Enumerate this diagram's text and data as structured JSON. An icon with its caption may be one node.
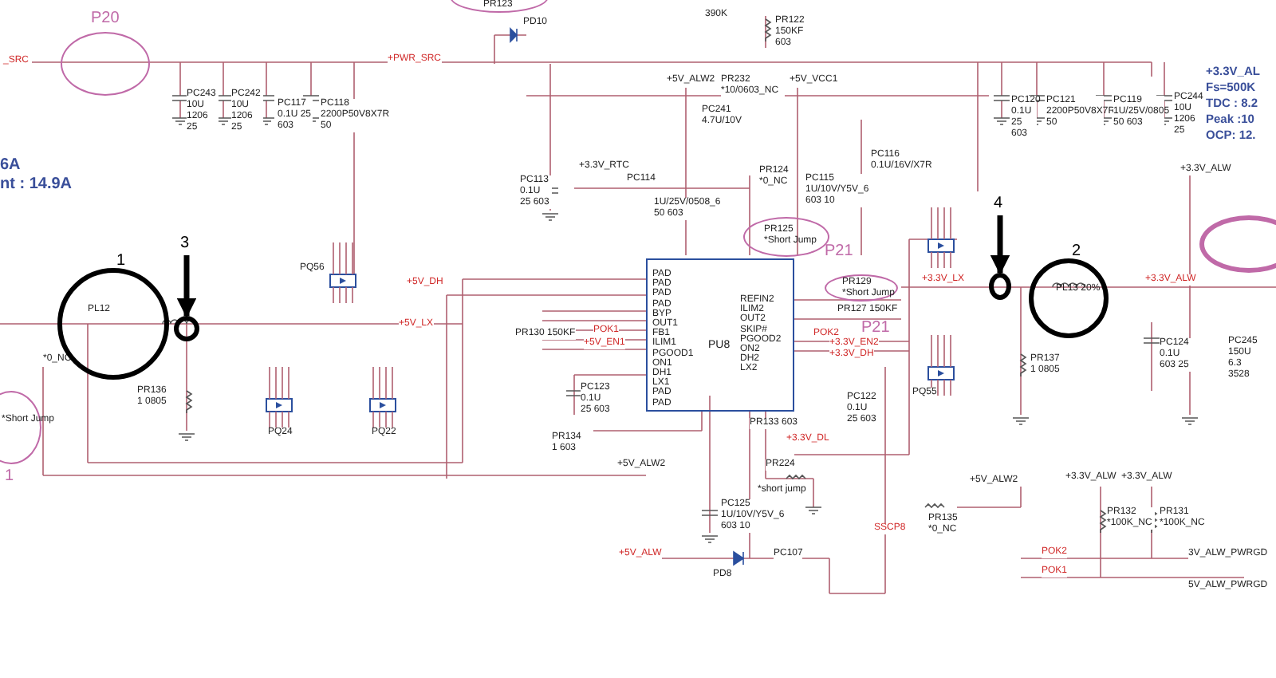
{
  "diagram": {
    "nodes": [
      {
        "text": [
          "P20"
        ]
      },
      {
        "text": [
          "1",
          "PL12"
        ]
      },
      {
        "text": [],
        "shape": "circle"
      },
      {
        "text": [
          "2",
          "PL13 20%"
        ]
      },
      {
        "text": [],
        "shape": "circle"
      },
      {
        "text": [
          "PU8",
          "PAD",
          "PAD",
          "PAD",
          "PAD",
          "BYP",
          "OUT1",
          "FB1",
          "ILIM1",
          "PGOOD1",
          "ON1",
          "DH1",
          "LX1",
          "PAD",
          "PAD",
          "REFIN2",
          "ILIM2",
          "OUT2",
          "SKIP#",
          "PGOOD2",
          "ON2",
          "DH2",
          "LX2"
        ]
      },
      {
        "text": [
          "PR125",
          "*Short Jump"
        ],
        "beside": [
          "P21"
        ]
      },
      {
        "text": [
          "PR129",
          "*Short Jump"
        ],
        "beside": [
          "P21"
        ]
      },
      {
        "text": [
          "*Short Jump"
        ],
        "beside": [
          "1"
        ]
      },
      {
        "text": [],
        "shape": "circle"
      },
      {
        "text": [
          "PR123"
        ]
      }
    ],
    "edges": [
      {
        "from": null,
        "to": 2,
        "arrow": "to",
        "label": "3"
      },
      {
        "from": null,
        "to": 4,
        "arrow": "to",
        "label": "4"
      }
    ],
    "labels": [
      "_SRC",
      "+PWR_SRC",
      "PC243 10U 1206 25",
      "PC242 10U 1206 25",
      "PC117 0.1U 25 603",
      "PC118 2200P50V8X7R 50",
      "6A",
      "nt : 14.9A",
      "PQ56",
      "+5V_DH",
      "+5V_LX",
      "*0_NC",
      "PR136 1 0805",
      "PQ24",
      "PQ22",
      "PD10",
      "390K",
      "PR122 150KF 603",
      "+5V_ALW2",
      "PR232 *10/0603_NC",
      "+5V_VCC1",
      "PC241 4.7U/10V",
      "+3.3V_RTC",
      "PC114",
      "1U/25V/0508_6 50 603",
      "PC113 0.1U 25 603",
      "PR124 *0_NC",
      "PC115 1U/10V/Y5V_6 603 10",
      "PC116 0.1U/16V/X7R",
      "PR127 150KF",
      "PR130 150KF",
      "POK1",
      "+5V_EN1",
      "POK2",
      "+3.3V_EN2",
      "+3.3V_DH",
      "PC120 0.1U 25 603",
      "PC121 2200P50V8X7R 50",
      "PC119 1U/25V/0805 50 603",
      "PC244 10U 1206 25",
      "+3.3V_AL",
      "Fs=500K",
      "TDC : 8.2",
      "Peak :10",
      "OCP: 12.",
      "+3.3V_ALW",
      "+3.3V_LX",
      "+3.3V_ALW",
      "PQ55",
      "PR137 1 0805",
      "PC124 0.1U 603 25",
      "PC245 150U 6.3 3528",
      "PC122 0.1U 25 603",
      "PR133 603",
      "+3.3V_DL",
      "PC123 0.1U 25 603",
      "PR134 1 603",
      "+5V_ALW2",
      "PR224",
      "*short jump",
      "PC125 1U/10V/Y5V_6 603 10",
      "+5V_ALW",
      "PD8",
      "PC107",
      "+5V_ALW2",
      "PR135 *0_NC",
      "SSCP8",
      "+3.3V_ALW",
      "+3.3V_ALW",
      "PR132 *100K_NC",
      "PR131 *100K_NC",
      "POK2",
      "POK1",
      "3V_ALW_PWRGD",
      "5V_ALW_PWRGD"
    ]
  }
}
